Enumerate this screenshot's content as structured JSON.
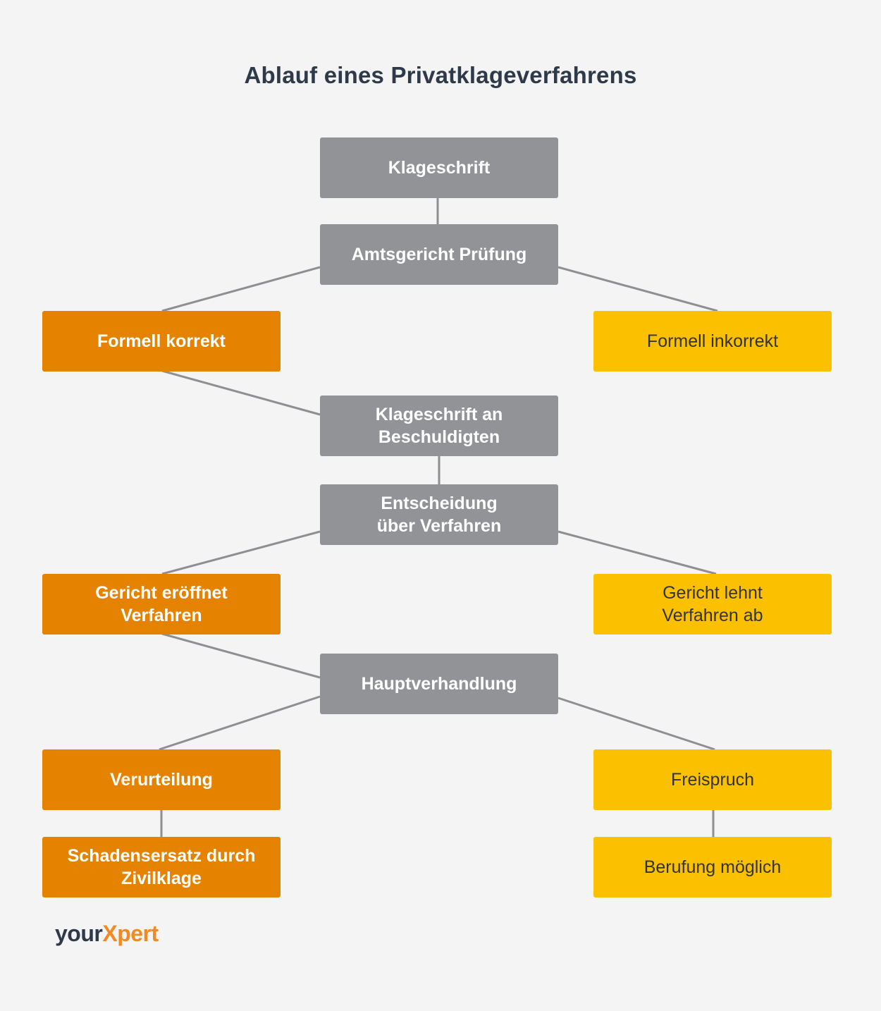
{
  "title": "Ablauf eines Privatklageverfahrens",
  "colors": {
    "background": "#f4f4f4",
    "gray_box": "#929396",
    "orange_box": "#e58200",
    "yellow_box": "#fbc100",
    "connector": "#8e8e93",
    "title_text": "#2e3a4a",
    "logo_accent": "#f08a24"
  },
  "nodes": {
    "klageschrift": "Klageschrift",
    "amtsgericht_pruefung": "Amtsgericht Prüfung",
    "formell_korrekt": "Formell korrekt",
    "formell_inkorrekt": "Formell inkorrekt",
    "klageschrift_an_beschuldigten": "Klageschrift an\nBeschuldigten",
    "entscheidung_ueber_verfahren": "Entscheidung\nüber Verfahren",
    "gericht_eroeffnet_verfahren": "Gericht eröffnet\nVerfahren",
    "gericht_lehnt_verfahren_ab": "Gericht lehnt\nVerfahren ab",
    "hauptverhandlung": "Hauptverhandlung",
    "verurteilung": "Verurteilung",
    "freispruch": "Freispruch",
    "schadensersatz": "Schadensersatz durch\nZivilklage",
    "berufung_moeglich": "Berufung möglich"
  },
  "edges": [
    [
      "klageschrift",
      "amtsgericht_pruefung"
    ],
    [
      "amtsgericht_pruefung",
      "formell_korrekt"
    ],
    [
      "amtsgericht_pruefung",
      "formell_inkorrekt"
    ],
    [
      "formell_korrekt",
      "klageschrift_an_beschuldigten"
    ],
    [
      "klageschrift_an_beschuldigten",
      "entscheidung_ueber_verfahren"
    ],
    [
      "entscheidung_ueber_verfahren",
      "gericht_eroeffnet_verfahren"
    ],
    [
      "entscheidung_ueber_verfahren",
      "gericht_lehnt_verfahren_ab"
    ],
    [
      "gericht_eroeffnet_verfahren",
      "hauptverhandlung"
    ],
    [
      "hauptverhandlung",
      "verurteilung"
    ],
    [
      "hauptverhandlung",
      "freispruch"
    ],
    [
      "verurteilung",
      "schadensersatz"
    ],
    [
      "freispruch",
      "berufung_moeglich"
    ]
  ],
  "logo": {
    "part1": "your",
    "part2": "Xpert"
  }
}
